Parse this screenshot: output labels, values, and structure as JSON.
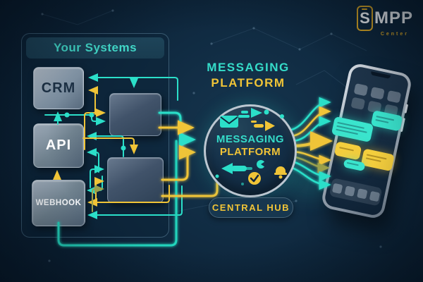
{
  "logo": {
    "s_letter": "S",
    "name_rest": "MPP",
    "subtitle": "Center"
  },
  "systems_panel": {
    "title": "Your Systems",
    "boxes": [
      {
        "label": "CRM"
      },
      {
        "label": "API"
      },
      {
        "label": "WEBHOOK"
      }
    ]
  },
  "hub": {
    "heading_line1": "MESSAGING",
    "heading_line2": "PLATFORM",
    "circle_line1": "MESSAGING",
    "circle_line2": "PLATFORM",
    "badge": "CENTRAL HUB",
    "icons": [
      "envelope-icon",
      "speed-arrow-right-icon",
      "speed-arrow-left-icon",
      "pie-icon",
      "bell-icon",
      "check-circle-icon"
    ]
  },
  "phone": {
    "chat_bubbles": [
      {
        "color": "teal",
        "side": "right"
      },
      {
        "color": "teal",
        "side": "left"
      },
      {
        "color": "yellow",
        "side": "left"
      },
      {
        "color": "yellow",
        "side": "right"
      },
      {
        "color": "teal",
        "side": "center"
      }
    ]
  },
  "colors": {
    "teal": "#2BDFC9",
    "yellow": "#F0C437",
    "olive": "#9AA04B",
    "background": "#0C2236",
    "panel_title": "#41D8C8"
  }
}
